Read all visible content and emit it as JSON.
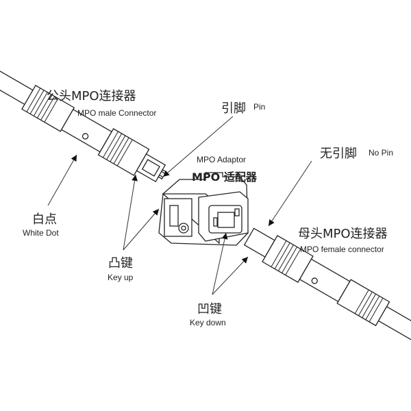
{
  "labels": {
    "male_zh": "公头MPO连接器",
    "male_en": "MPO male Connector",
    "pin_zh": "引脚",
    "pin_en": "Pin",
    "adaptor_en": "MPO Adaptor",
    "adaptor_zh": "MPO 适配器",
    "nopin_zh": "无引脚",
    "nopin_en": "No Pin",
    "female_zh": "母头MPO连接器",
    "female_en": "MPO female connector",
    "whitedot_zh": "白点",
    "whitedot_en": "White Dot",
    "keyup_zh": "凸键",
    "keyup_en": "Key up",
    "keydown_zh": "凹键",
    "keydown_en": "Key down"
  }
}
